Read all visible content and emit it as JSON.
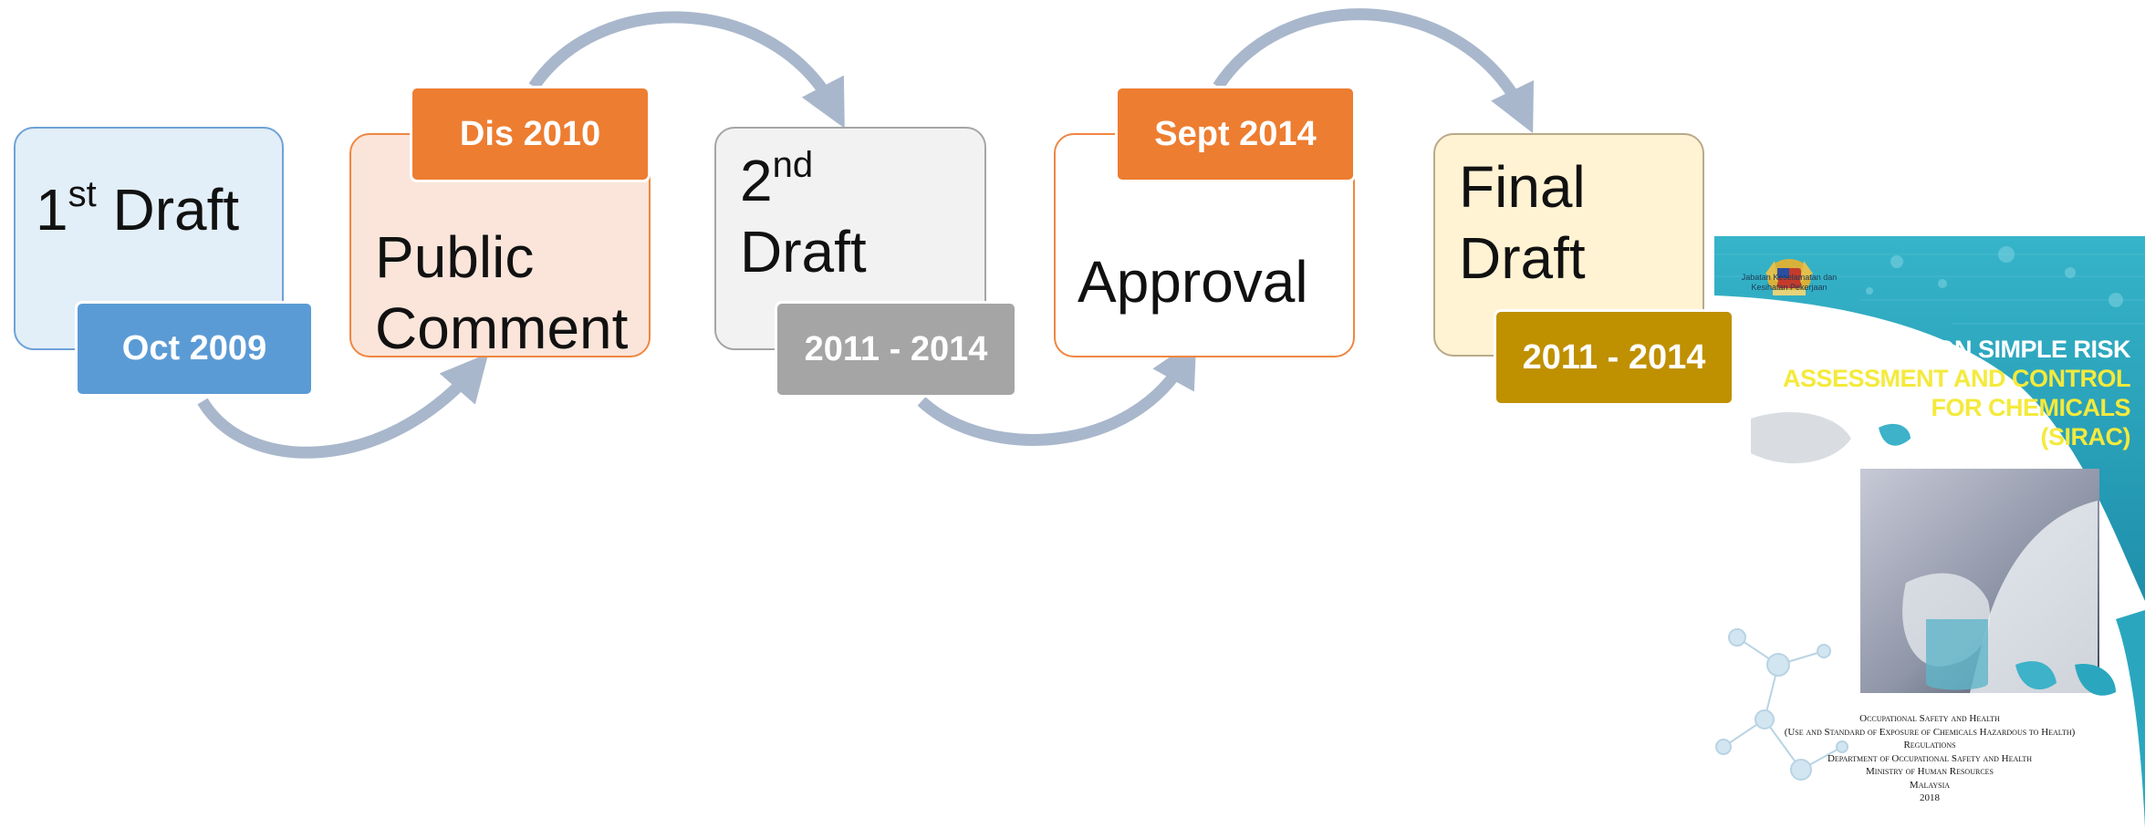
{
  "stages": [
    {
      "id": "first-draft",
      "label_main": "1",
      "label_sup": "st",
      "label_rest": " Draft",
      "date": "Oct 2009"
    },
    {
      "id": "public-comment",
      "line1": "Public",
      "line2": "Comment",
      "date": "Dis 2010"
    },
    {
      "id": "second-draft",
      "label_main": "2",
      "label_sup": "nd",
      "line2": "Draft",
      "date": "2011 - 2014"
    },
    {
      "id": "approval",
      "label": "Approval",
      "date": "Sept 2014"
    },
    {
      "id": "final-draft",
      "line1": "Final",
      "line2": "Draft",
      "date": "2011 - 2014"
    }
  ],
  "colors": {
    "blue": "#5b9bd5",
    "orange": "#ed7d31",
    "grey": "#a5a5a5",
    "gold": "#bf9000",
    "arrow": "#a9b7cc",
    "cover_teal": "#2aa7bf"
  },
  "cover": {
    "agency": "Jabatan Keselamatan dan\nKesihatan Pekerjaan",
    "title_lines": [
      {
        "text": "MANUAL ON SIMPLE RISK",
        "tone": "white"
      },
      {
        "text": "ASSESSMENT AND CONTROL",
        "tone": "yellow"
      },
      {
        "text": "FOR CHEMICALS",
        "tone": "yellow"
      },
      {
        "text": "(SIRAC)",
        "tone": "yellow"
      }
    ],
    "footer_lines": [
      "Occupational Safety and Health",
      "(Use and Standard of Exposure of Chemicals Hazardous to Health)",
      "Regulations",
      "Department of Occupational Safety and Health",
      "Ministry of Human Resources",
      "Malaysia",
      "2018"
    ]
  }
}
